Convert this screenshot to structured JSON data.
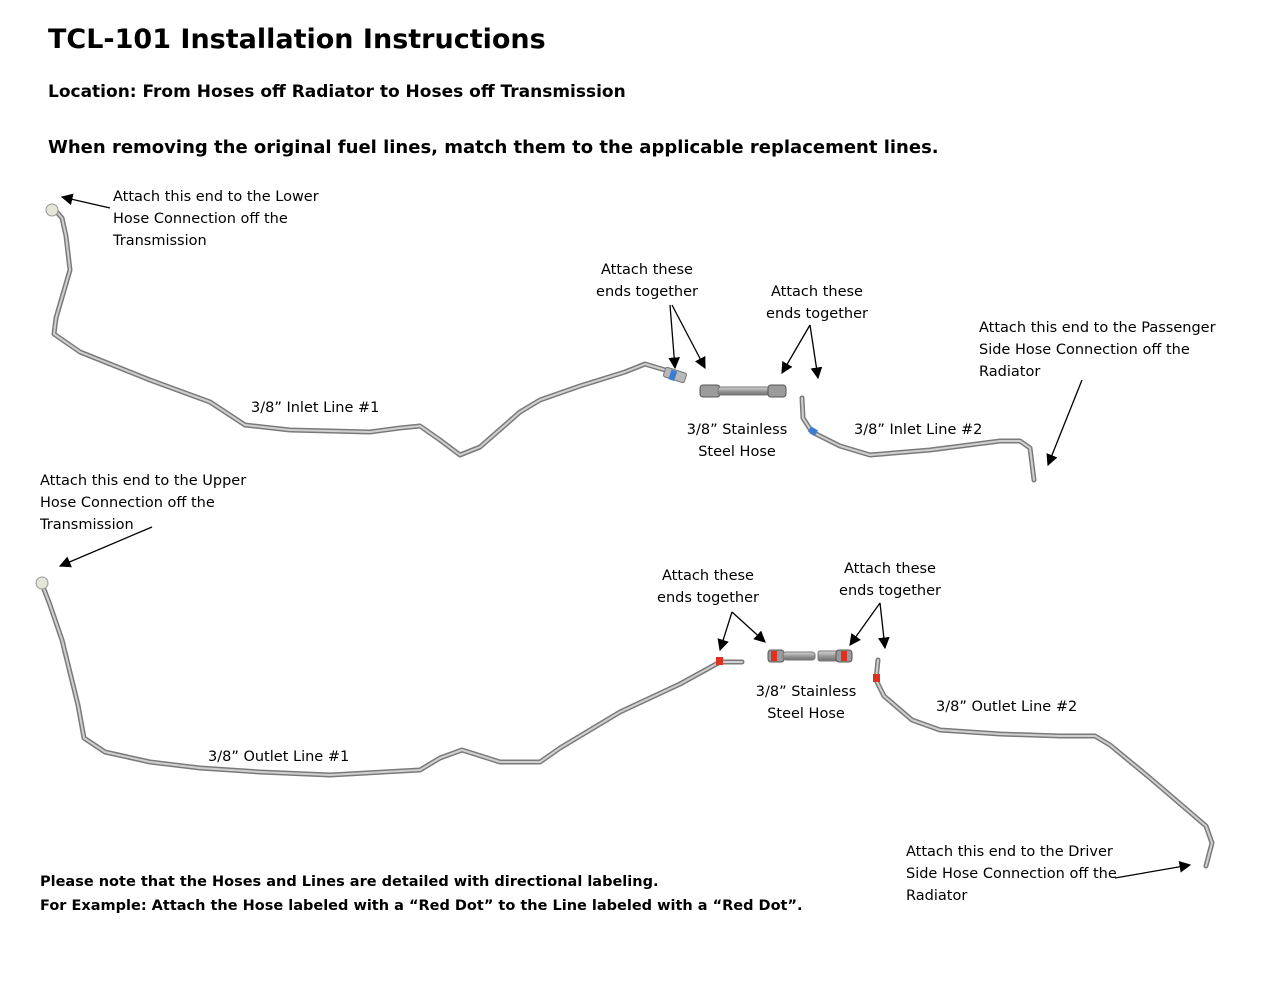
{
  "title": "TCL-101 Installation Instructions",
  "location": "Location: From Hoses off Radiator to Hoses off Transmission",
  "instruction": "When removing the original fuel lines, match them to the applicable replacement lines.",
  "top_section": {
    "attach_lower_transmission": [
      "Attach this end to the Lower",
      "Hose Connection off the",
      "Transmission"
    ],
    "attach_together_left": [
      "Attach these",
      "ends together"
    ],
    "attach_together_right": [
      "Attach these",
      "ends together"
    ],
    "attach_passenger_radiator": [
      "Attach this end to the Passenger",
      "Side Hose Connection off the",
      "Radiator"
    ],
    "inlet_line_1": "3/8” Inlet Line #1",
    "stainless_hose": [
      "3/8” Stainless",
      "Steel Hose"
    ],
    "inlet_line_2": "3/8” Inlet Line #2",
    "marker_color": "#3a7bd5"
  },
  "bottom_section": {
    "attach_upper_transmission": [
      "Attach this end to the Upper",
      "Hose Connection off the",
      "Transmission"
    ],
    "attach_together_left": [
      "Attach these",
      "ends together"
    ],
    "attach_together_right": [
      "Attach these",
      "ends together"
    ],
    "outlet_line_1": "3/8” Outlet Line #1",
    "stainless_hose": [
      "3/8” Stainless",
      "Steel Hose"
    ],
    "outlet_line_2": "3/8” Outlet Line #2",
    "attach_driver_radiator": [
      "Attach this end to the Driver",
      "Side Hose Connection off the",
      "Radiator"
    ],
    "marker_color": "#e03020"
  },
  "notes": [
    "Please note that the Hoses and Lines are detailed with directional labeling.",
    "For Example: Attach the Hose labeled with a “Red Dot” to the Line labeled with a “Red Dot”."
  ]
}
